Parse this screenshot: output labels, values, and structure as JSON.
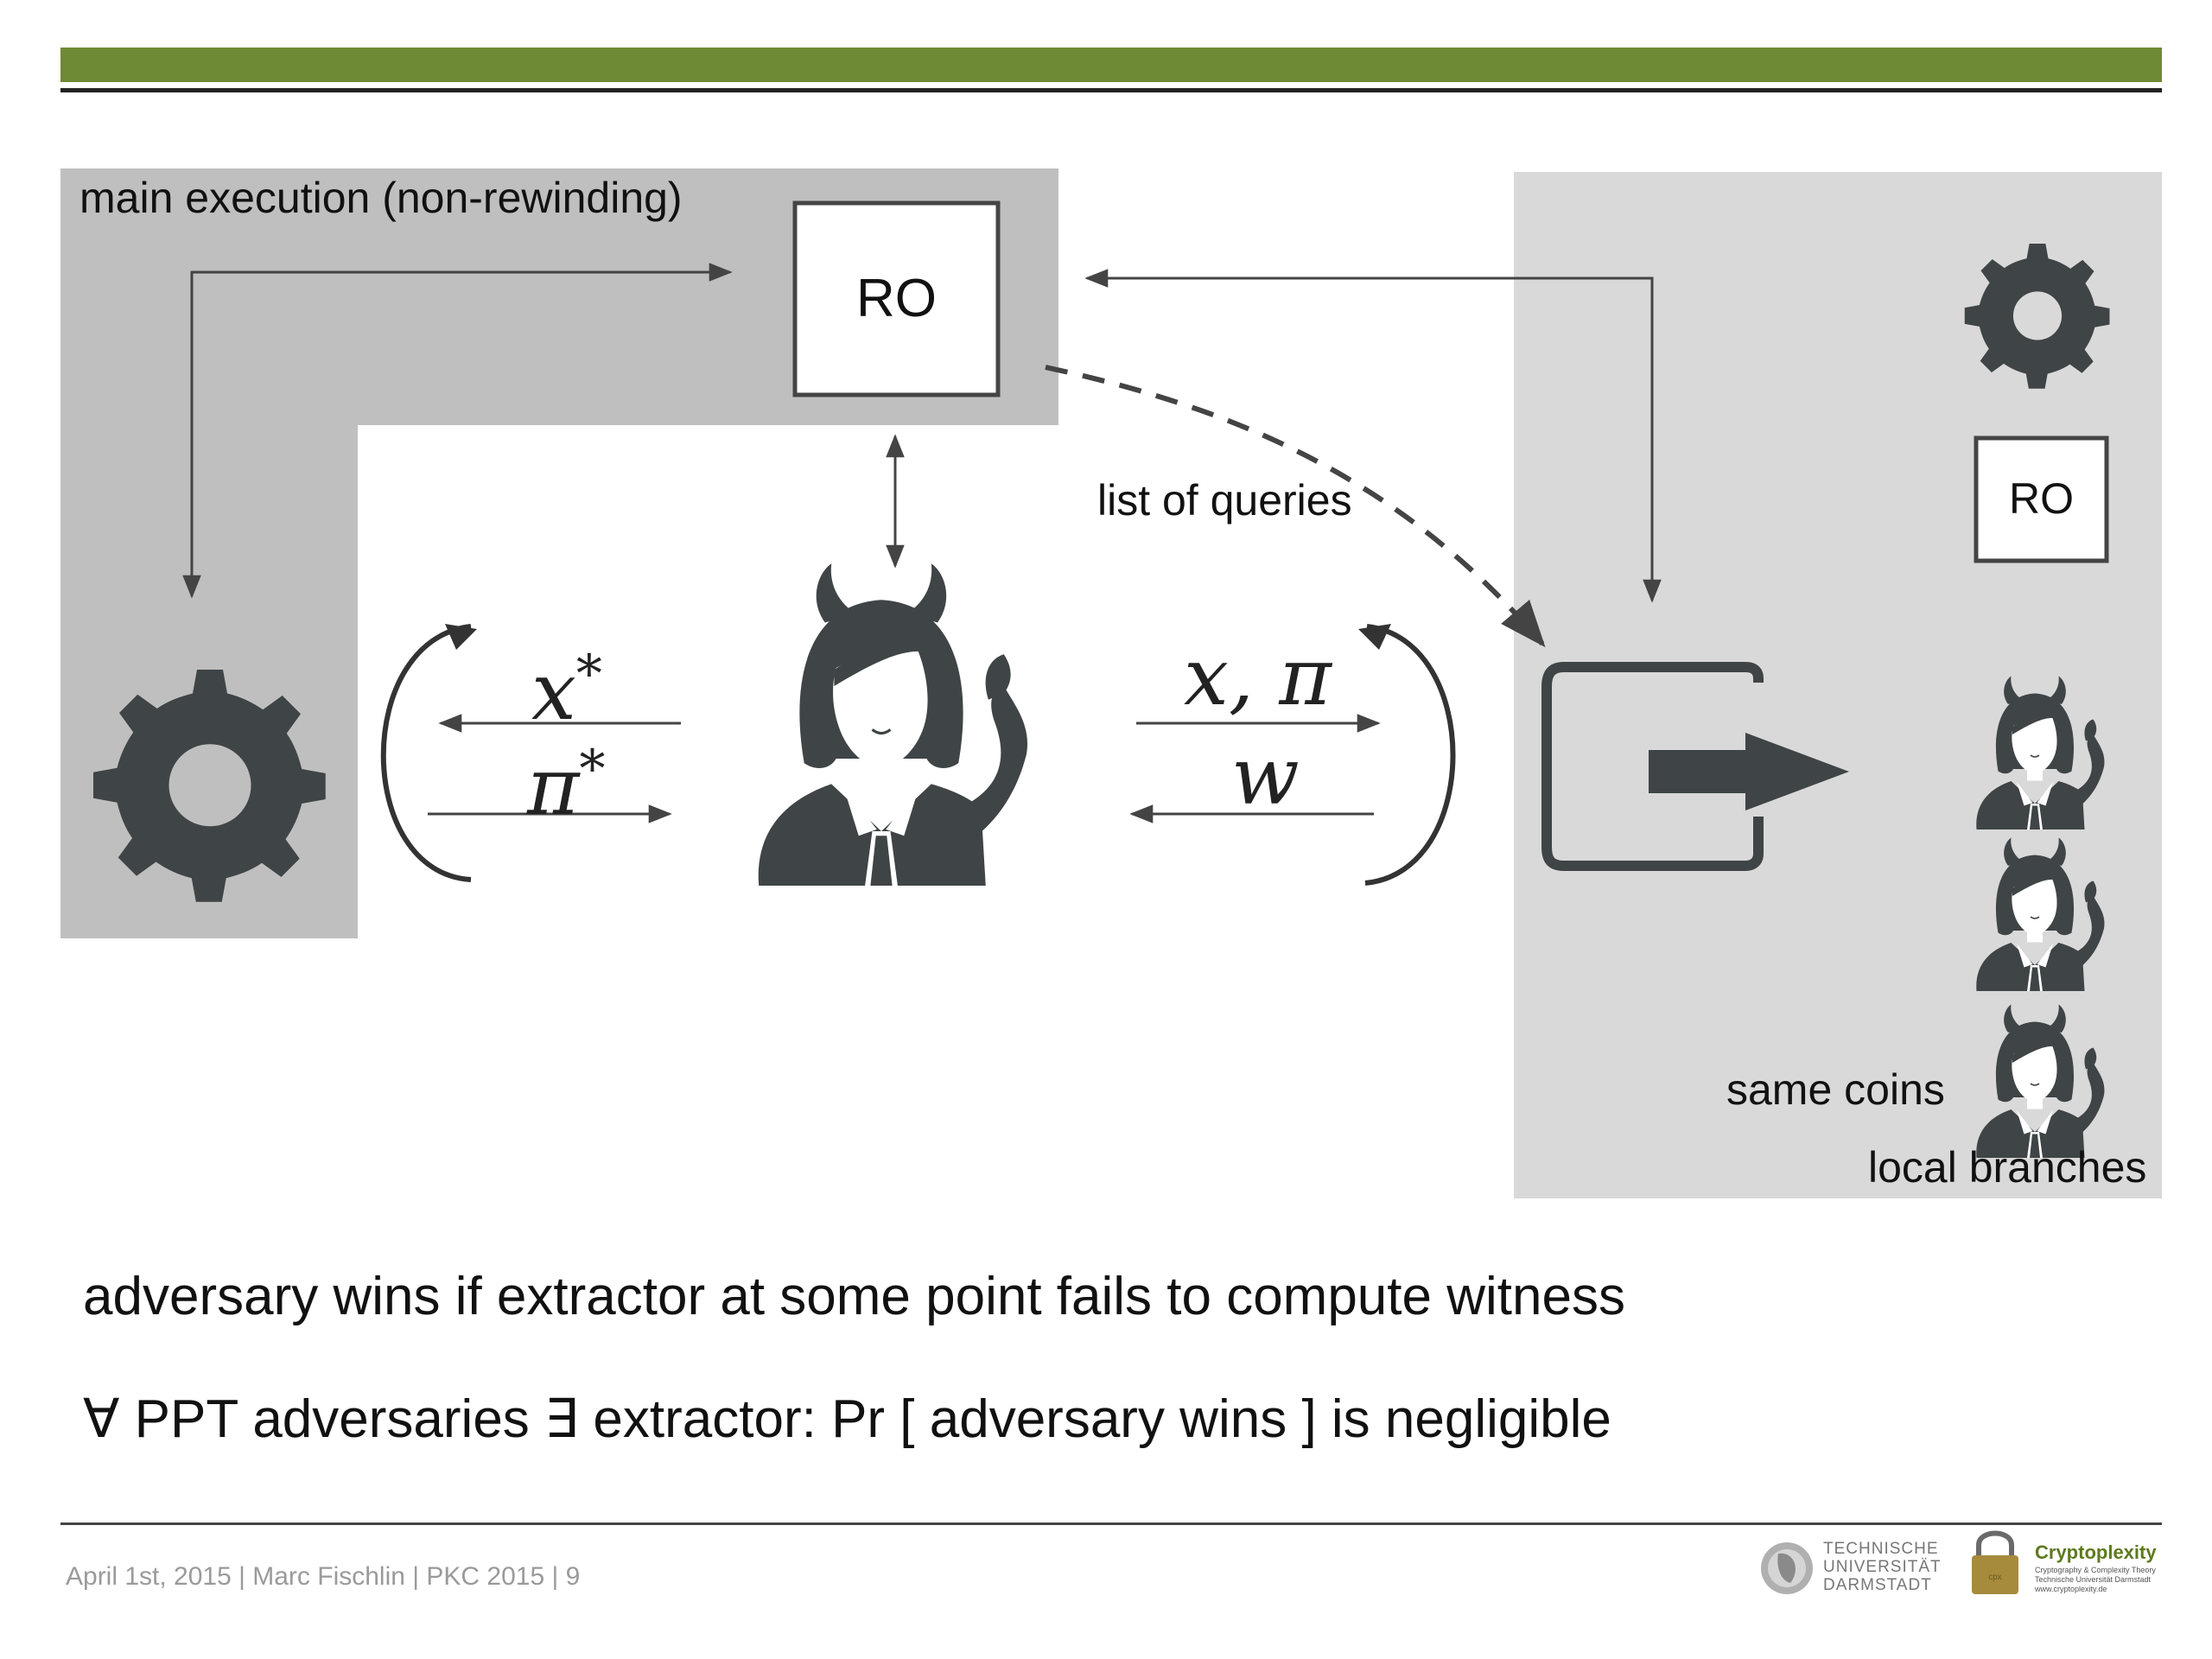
{
  "diagram": {
    "main_execution_label": "main execution (non-rewinding)",
    "ro_label": "RO",
    "ro_small_label": "RO",
    "list_of_queries_label": "list of queries",
    "same_coins_label": "same coins",
    "local_branches_label": "local branches",
    "left_messages": {
      "x": "x",
      "pi": "π",
      "star": "*"
    },
    "right_messages": {
      "x_pi": "x, π",
      "w": "w"
    },
    "icons": [
      "gear-icon",
      "adversary-devil-icon",
      "rewind-branch-icon",
      "small-gear-icon",
      "small-devil-icon"
    ]
  },
  "statements": {
    "line1": "adversary wins if extractor at some point fails to compute witness",
    "line2": "∀ PPT adversaries  ∃ extractor:  Pr [ adversary wins ] is negligible"
  },
  "footer": {
    "text": "April 1st, 2015 | Marc Fischlin | PKC 2015 | 9",
    "tud_lines": [
      "TECHNISCHE",
      "UNIVERSITÄT",
      "DARMSTADT"
    ],
    "cryptoplexity_name": "Cryptoplexity",
    "cryptoplexity_sub": [
      "Cryptography & Complexity Theory",
      "Technische Universität Darmstadt",
      "www.cryptoplexity.de"
    ]
  },
  "colors": {
    "header_bar": "#6f8a35",
    "main_exec_bg": "#bfbfbf",
    "branch_bg": "#d9d9d9",
    "icon": "#3f4446"
  }
}
